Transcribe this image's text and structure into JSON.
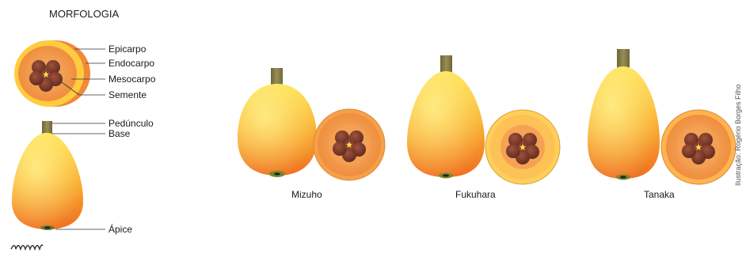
{
  "title": "MORFOLOGIA",
  "cross_section_labels": [
    "Epicarpo",
    "Endocarpo",
    "Mesocarpo",
    "Semente"
  ],
  "fruit_labels": {
    "stem": "Pedúnculo",
    "base": "Base",
    "apex": "Ápice"
  },
  "varieties": [
    "Mizuho",
    "Fukuhara",
    "Tanaka"
  ],
  "signature": "Illustrator signature",
  "credit": "Ilustração: Rogério Borges Filho",
  "colors": {
    "skin_light": "#ffd84a",
    "skin_dark": "#f07a1e",
    "stem": "#8a7a4a",
    "seed": "#7a3a2a",
    "flesh": "#f5a25a"
  }
}
